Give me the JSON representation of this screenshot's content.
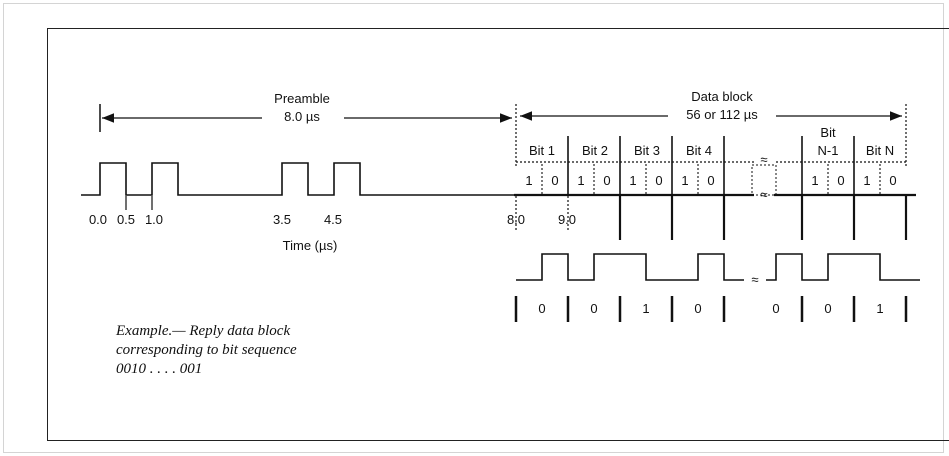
{
  "preamble": {
    "title": "Preamble",
    "duration": "8.0 µs",
    "pulse_times": [
      "0.0",
      "0.5",
      "1.0",
      "3.5",
      "4.5"
    ],
    "time_axis_label": "Time (µs)"
  },
  "data_block": {
    "title": "Data block",
    "duration": "56 or 112 µs",
    "start_time": "8.0",
    "first_bit_time": "9.0",
    "bit_headers": [
      "Bit 1",
      "Bit 2",
      "Bit 3",
      "Bit 4",
      "Bit N-1",
      "Bit N"
    ],
    "bit_header_n1_lines": [
      "Bit",
      "N-1"
    ],
    "chip_values": [
      "1",
      "0",
      "1",
      "0",
      "1",
      "0",
      "1",
      "0",
      "1",
      "0",
      "1",
      "0"
    ],
    "break_symbol": "≈"
  },
  "example": {
    "caption_lines": [
      "Example.— Reply data block",
      "corresponding to bit sequence",
      "0010 . . . . 001"
    ],
    "bit_values": [
      "0",
      "0",
      "1",
      "0",
      "0",
      "0",
      "1"
    ]
  }
}
